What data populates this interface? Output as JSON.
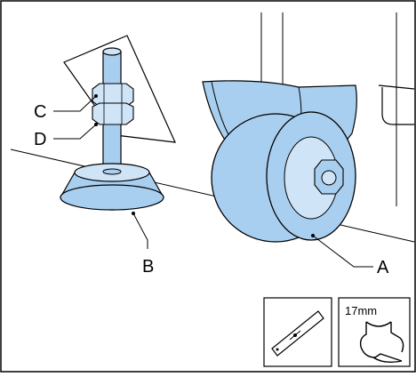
{
  "callouts": {
    "a": "A",
    "b": "B",
    "c": "C",
    "d": "D"
  },
  "tools": {
    "wrench_size": "17mm",
    "level_icon": "spirit-level-icon",
    "wrench_icon": "open-end-wrench-icon"
  },
  "colors": {
    "part_fill": "#a9cff0",
    "part_fill_light": "#cfe4f7",
    "stroke": "#000000",
    "frame": "#000000"
  }
}
